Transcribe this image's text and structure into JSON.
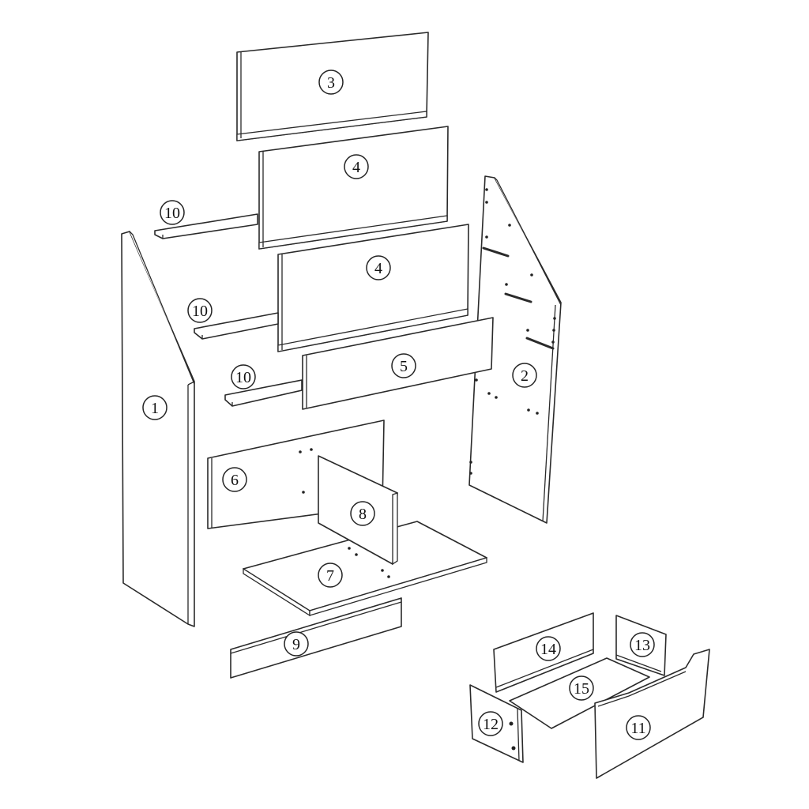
{
  "diagram": {
    "type": "exploded furniture assembly diagram",
    "parts": [
      {
        "id": "1",
        "label": "1",
        "description": "left side panel with slanted top"
      },
      {
        "id": "2",
        "label": "2",
        "description": "right side panel with slanted top, predrilled holes and grooves"
      },
      {
        "id": "3",
        "label": "3",
        "description": "top back panel"
      },
      {
        "id": "4a",
        "label": "4",
        "description": "upper back panel"
      },
      {
        "id": "4b",
        "label": "4",
        "description": "middle back panel"
      },
      {
        "id": "5",
        "label": "5",
        "description": "front rail panel"
      },
      {
        "id": "6",
        "label": "6",
        "description": "lower back panel"
      },
      {
        "id": "7",
        "label": "7",
        "description": "bottom shelf"
      },
      {
        "id": "8",
        "label": "8",
        "description": "vertical divider"
      },
      {
        "id": "9",
        "label": "9",
        "description": "kick plate"
      },
      {
        "id": "10a",
        "label": "10",
        "description": "narrow shelf strip (top)"
      },
      {
        "id": "10b",
        "label": "10",
        "description": "narrow shelf strip (middle)"
      },
      {
        "id": "10c",
        "label": "10",
        "description": "narrow shelf strip (bottom)"
      },
      {
        "id": "11",
        "label": "11",
        "description": "drawer front"
      },
      {
        "id": "12",
        "label": "12",
        "description": "drawer left side"
      },
      {
        "id": "13",
        "label": "13",
        "description": "drawer right side"
      },
      {
        "id": "14",
        "label": "14",
        "description": "drawer back"
      },
      {
        "id": "15",
        "label": "15",
        "description": "drawer bottom"
      }
    ]
  },
  "colors": {
    "line": "#2a2a2a",
    "background": "#ffffff"
  }
}
